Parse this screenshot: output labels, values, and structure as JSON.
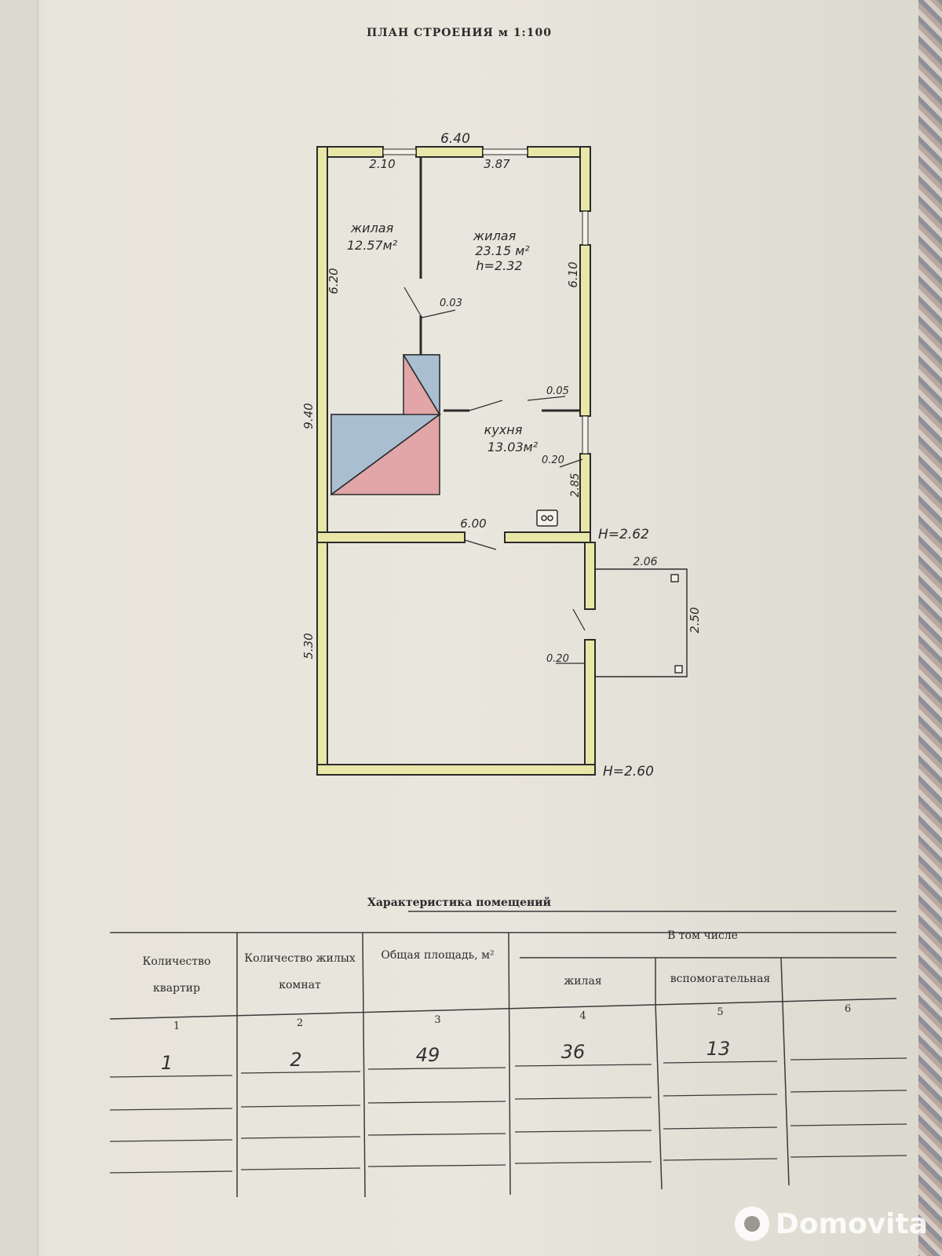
{
  "title": "ПЛАН СТРОЕНИЯ м 1:100",
  "plan": {
    "dims": {
      "top_total": "6.40",
      "top_left_window": "2.10",
      "top_right_window": "3.87",
      "left_upper": "6.20",
      "right_upper": "6.10",
      "left_total": "9.40",
      "door_wall": "0.03",
      "kitchen_wall": "0.05",
      "kitchen_door": "0.20",
      "kitchen_right": "2.85",
      "partition": "6.00",
      "height_1": "H=2.62",
      "porch_width": "2.06",
      "porch_depth": "2.50",
      "entry_door": "0.20",
      "left_lower": "5.30",
      "height_2": "H=2.60"
    },
    "rooms": [
      {
        "name": "жилая",
        "area": "12.57м²"
      },
      {
        "name": "жилая",
        "area": "23.15 м²",
        "height": "h=2.32"
      },
      {
        "name": "кухня",
        "area": "13.03м²"
      }
    ]
  },
  "table": {
    "title": "Характеристика помещений",
    "headers": {
      "apartments": "Количество квартир",
      "rooms": "Количество жилых комнат",
      "total_area": "Общая площадь, м²",
      "including": "В том числе",
      "living": "жилая",
      "auxiliary": "вспомогательная"
    },
    "column_numbers": [
      "1",
      "2",
      "3",
      "4",
      "5",
      "6"
    ],
    "row": [
      "1",
      "2",
      "49",
      "36",
      "13",
      ""
    ]
  },
  "watermark": "Domovita",
  "colors": {
    "paper": "#e7e4da",
    "wall_fill": "#e9e7a8",
    "stove_blue": "#a9bed1",
    "stove_red": "#e2a6a8",
    "ink": "#2b2b2b"
  }
}
